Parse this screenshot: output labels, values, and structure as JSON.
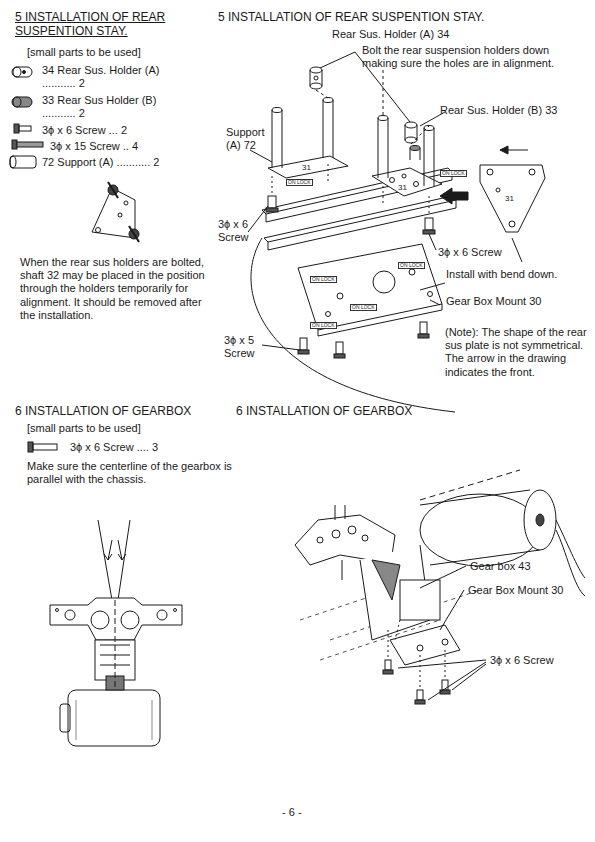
{
  "diagram": {
    "labels": [
      "5 INSTALLATION OF REAR SUSPENTION STAY.",
      "[small parts to be used]",
      "34 Rear Sus. Holder (A) ........... 2",
      "33 Rear Sus Holder (B) ........... 2",
      "3ϕ x 6 Screw ... 2",
      "3ϕ x 15 Screw .. 4",
      "72 Support (A) ........... 2",
      "When the rear sus holders are bolted, shaft 32 may be placed in the position through the holders temporarily for alignment. It should be removed after the installation.",
      "5 INSTALLATION OF REAR SUSPENTION STAY.",
      "Rear Sus. Holder (A) 34",
      "Bolt the rear suspension holders down making sure the holes are in alignment.",
      "Rear Sus. Holder (B) 33",
      "Support (A) 72",
      "3ϕ x 6 Screw",
      "3ϕ x 6 Screw",
      "Install with bend down.",
      "Gear Box Mount 30",
      "3ϕ x 5 Screw",
      "(Note): The shape of the rear sus plate is not symmetrical. The arrow in the drawing indicates the front.",
      "31",
      "31",
      "31",
      "ON LOCK",
      "ON LOCK",
      "ON LOCK",
      "ON LOCK",
      "ON LOCK",
      "ON LOCK",
      "6 INSTALLATION OF GEARBOX",
      "[small parts to be used]",
      "3ϕ x 6 Screw .... 3",
      "Make sure the centerline of the gearbox is parallel with the chassis.",
      "6 INSTALLATION OF GEARBOX",
      "Gear box 43",
      "Gear Box Mount 30",
      "3ϕ x 6 Screw",
      "- 6 -"
    ]
  }
}
